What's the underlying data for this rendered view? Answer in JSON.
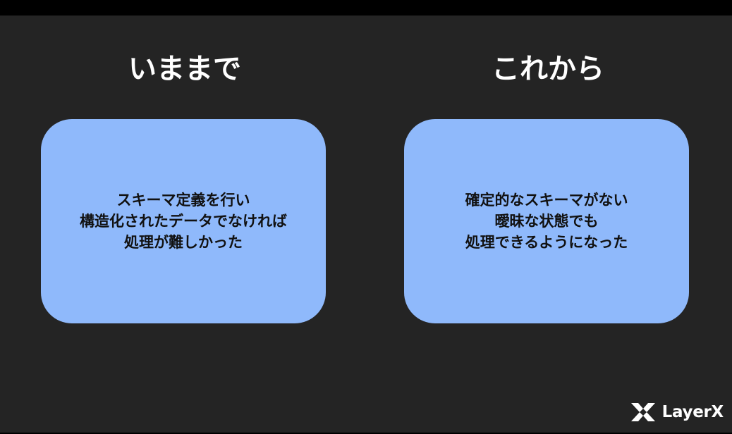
{
  "slide": {
    "left_column": {
      "title": "いままで",
      "card_lines": [
        "スキーマ定義を行い",
        "構造化されたデータでなければ",
        "処理が難しかった"
      ]
    },
    "right_column": {
      "title": "これから",
      "card_lines": [
        "確定的なスキーマがない",
        "曖昧な状態でも",
        "処理できるようになった"
      ]
    },
    "logo": {
      "text": "LayerX",
      "icon": "layerx-logo-icon"
    }
  },
  "colors": {
    "background": "#242424",
    "card": "#8fb9fb",
    "title_text": "#ffffff",
    "card_text": "#111111"
  }
}
